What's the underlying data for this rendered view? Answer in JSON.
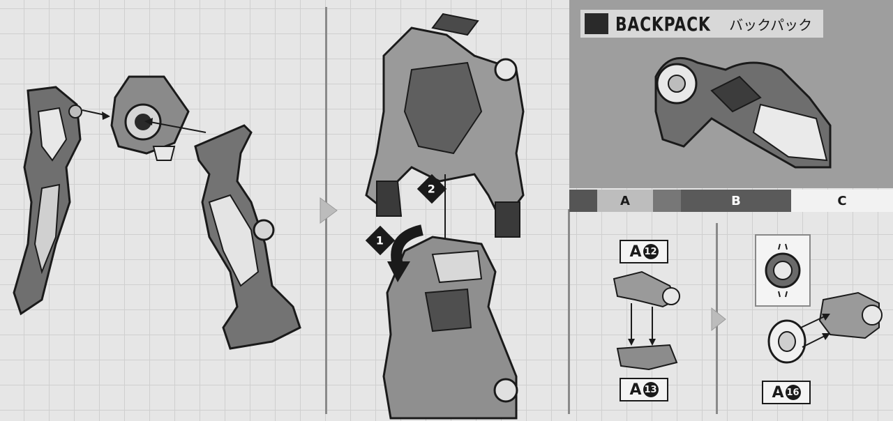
{
  "section": {
    "title_en": "BACKPACK",
    "title_jp": "バックパック"
  },
  "strip": {
    "labels": [
      "A",
      "B",
      "C"
    ]
  },
  "steps": {
    "step1": "1",
    "step2": "2"
  },
  "parts": [
    {
      "runner": "A",
      "number": "12"
    },
    {
      "runner": "A",
      "number": "13"
    },
    {
      "runner": "A",
      "number": "16"
    }
  ]
}
